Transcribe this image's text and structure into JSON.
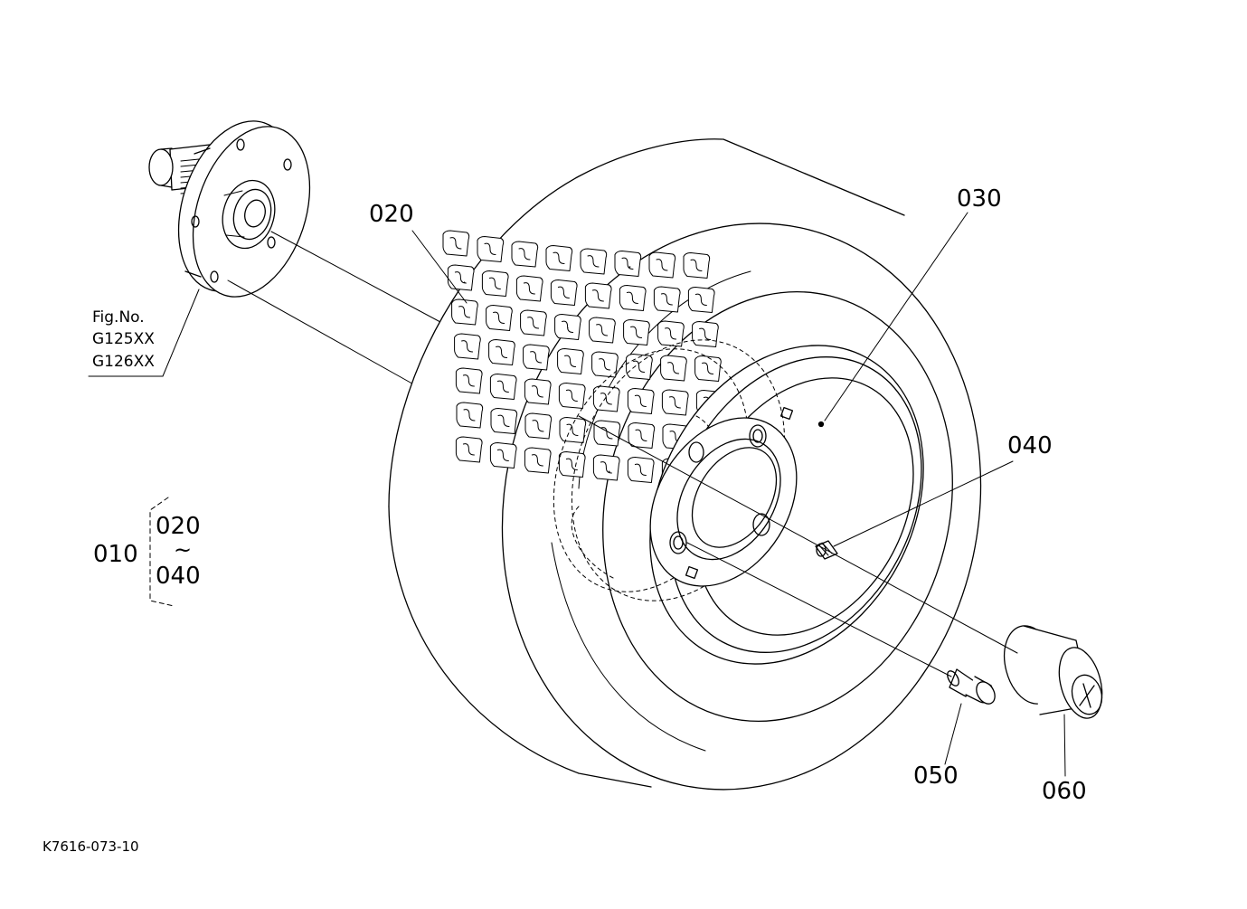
{
  "callouts": {
    "c010": "010",
    "c020": "020",
    "c030": "030",
    "c040": "040",
    "c050": "050",
    "c060": "060"
  },
  "range_note": {
    "from": "020",
    "tilde": "~",
    "to": "040"
  },
  "figure_reference": {
    "line1": "Fig.No.",
    "line2": "G125XX",
    "line3": "G126XX"
  },
  "drawing_code": "K7616-073-10",
  "colors": {
    "ink": "#000000",
    "paper": "#ffffff"
  }
}
